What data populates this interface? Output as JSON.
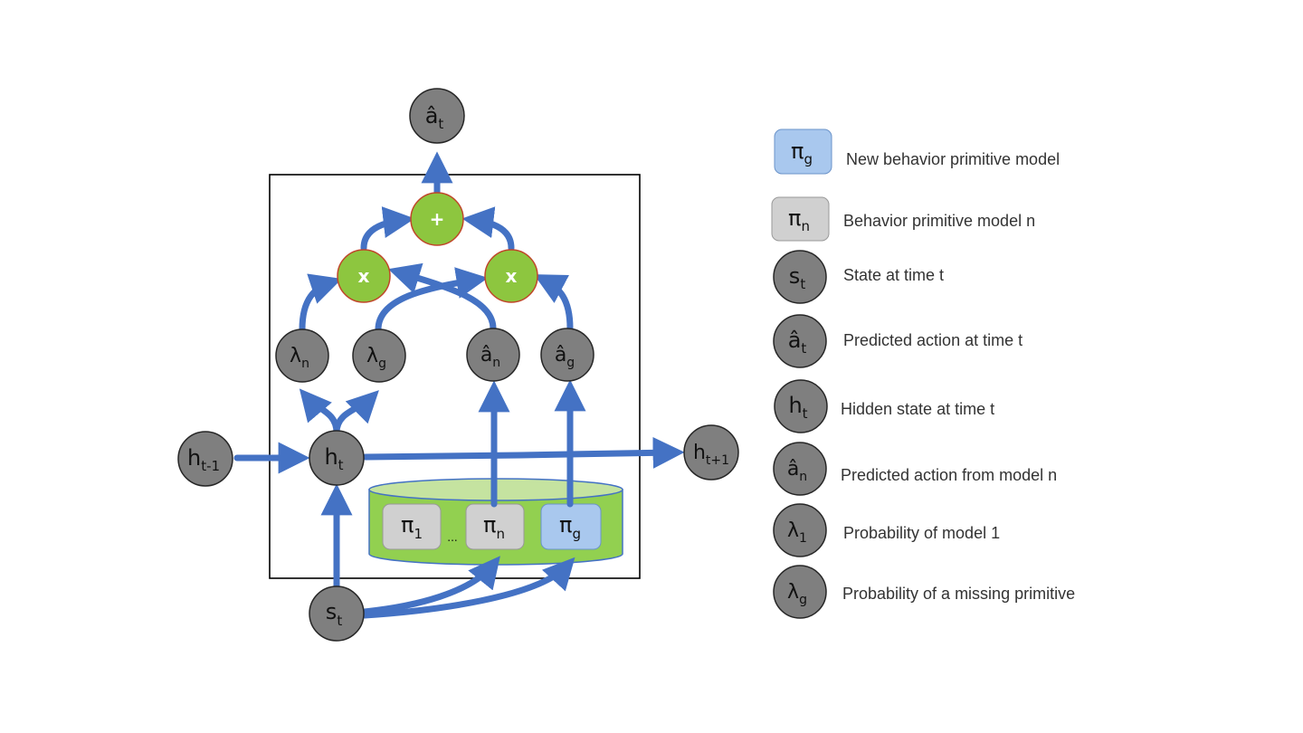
{
  "colors": {
    "arrow": "#4472c4",
    "node_fill": "#7f7f7f",
    "node_stroke": "#262626",
    "green_node": "#8dc63f",
    "green_stroke": "#c0462a",
    "blue_box": "#a9c8ee",
    "gray_box": "#d0d0d0",
    "cylinder": "#92d050",
    "cylinder_top": "#c5e3a0"
  },
  "nodes": {
    "a_hat_t": {
      "base": "â",
      "sub": "t"
    },
    "lambda_n": {
      "base": "λ",
      "sub": "n"
    },
    "lambda_g": {
      "base": "λ",
      "sub": "g"
    },
    "a_hat_n": {
      "base": "â",
      "sub": "n"
    },
    "a_hat_g": {
      "base": "â",
      "sub": "g"
    },
    "h_prev": {
      "base": "h",
      "sub": "t-1"
    },
    "h_t": {
      "base": "h",
      "sub": "t"
    },
    "h_next": {
      "base": "h",
      "sub": "t+1"
    },
    "s_t": {
      "base": "s",
      "sub": "t"
    },
    "plus": "+",
    "mult_left": "x",
    "mult_right": "x"
  },
  "models": {
    "pi_1": {
      "base": "π",
      "sub": "1"
    },
    "ellipsis": "...",
    "pi_n": {
      "base": "π",
      "sub": "n"
    },
    "pi_g": {
      "base": "π",
      "sub": "g"
    }
  },
  "legend": [
    {
      "shape": "blue-box",
      "base": "π",
      "sub": "g",
      "text": "New behavior primitive model"
    },
    {
      "shape": "gray-box",
      "base": "π",
      "sub": "n",
      "text": "Behavior primitive model n"
    },
    {
      "shape": "circle",
      "base": "s",
      "sub": "t",
      "text": "State at time t"
    },
    {
      "shape": "circle",
      "base": "â",
      "sub": "t",
      "text": "Predicted action at time t"
    },
    {
      "shape": "circle",
      "base": "h",
      "sub": "t",
      "text": "Hidden state at time t"
    },
    {
      "shape": "circle",
      "base": "â",
      "sub": "n",
      "text": "Predicted action from model n"
    },
    {
      "shape": "circle",
      "base": "λ",
      "sub": "1",
      "text": "Probability of model 1"
    },
    {
      "shape": "circle",
      "base": "λ",
      "sub": "g",
      "text": "Probability of a missing primitive"
    }
  ]
}
